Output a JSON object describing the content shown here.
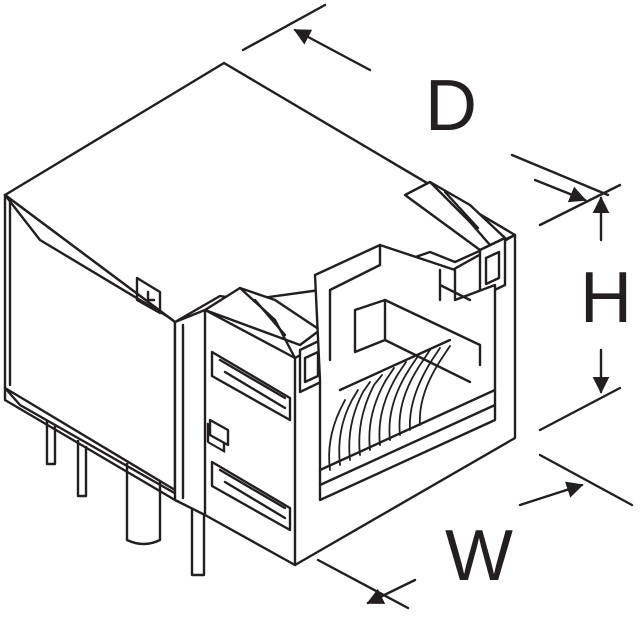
{
  "figure": {
    "labels": {
      "depth": "D",
      "height": "H",
      "width": "W"
    },
    "colors": {
      "line": "#231f20",
      "background": "#ffffff"
    }
  }
}
